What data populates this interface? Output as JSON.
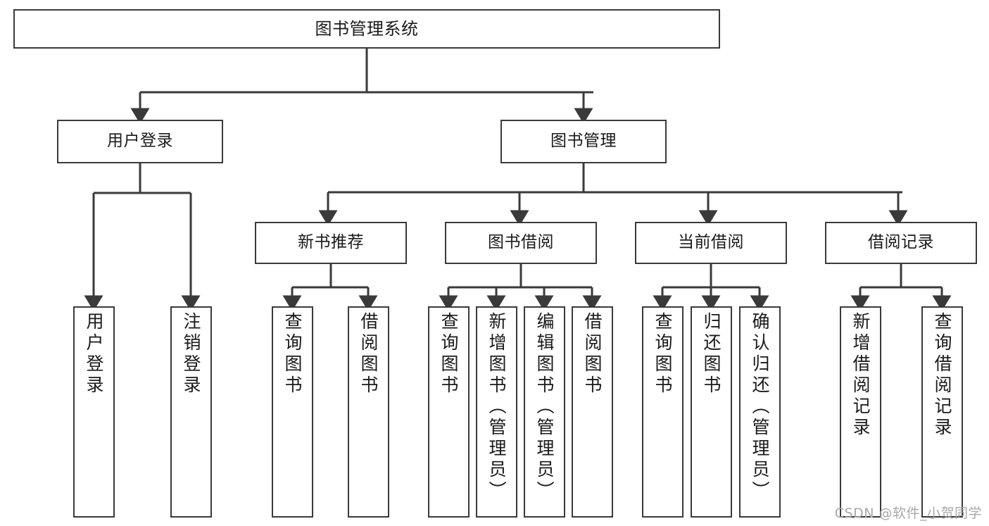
{
  "diagram": {
    "title": "图书管理系统",
    "watermark": "CSDN @软件_小贺同学",
    "colors": {
      "box_border": "#3a3a3a",
      "line": "#3a3a3a",
      "background": "#ffffff",
      "text": "#1a1a1a",
      "watermark": "#a8a8a8"
    },
    "root": {
      "label": "图书管理系统"
    },
    "level2": [
      {
        "label": "用户登录"
      },
      {
        "label": "图书管理"
      }
    ],
    "level3": [
      {
        "label": "新书推荐"
      },
      {
        "label": "图书借阅"
      },
      {
        "label": "当前借阅"
      },
      {
        "label": "借阅记录"
      }
    ],
    "leaves": {
      "user_login": [
        {
          "label": "用户登录"
        },
        {
          "label": "注销登录"
        }
      ],
      "new_book_recommend": [
        {
          "label": "查询图书"
        },
        {
          "label": "借阅图书"
        }
      ],
      "book_borrow": [
        {
          "label": "查询图书"
        },
        {
          "label": "新增图书（管理员）"
        },
        {
          "label": "编辑图书（管理员）"
        },
        {
          "label": "借阅图书"
        }
      ],
      "current_borrow": [
        {
          "label": "查询图书"
        },
        {
          "label": "归还图书"
        },
        {
          "label": "确认归还（管理员）"
        }
      ],
      "borrow_record": [
        {
          "label": "新增借阅记录"
        },
        {
          "label": "查询借阅记录"
        }
      ]
    }
  },
  "chart_data": {
    "type": "table",
    "title": "图书管理系统 功能结构图",
    "hierarchy": [
      {
        "name": "图书管理系统",
        "children": [
          {
            "name": "用户登录",
            "children": [
              {
                "name": "用户登录"
              },
              {
                "name": "注销登录"
              }
            ]
          },
          {
            "name": "图书管理",
            "children": [
              {
                "name": "新书推荐",
                "children": [
                  {
                    "name": "查询图书"
                  },
                  {
                    "name": "借阅图书"
                  }
                ]
              },
              {
                "name": "图书借阅",
                "children": [
                  {
                    "name": "查询图书"
                  },
                  {
                    "name": "新增图书（管理员）"
                  },
                  {
                    "name": "编辑图书（管理员）"
                  },
                  {
                    "name": "借阅图书"
                  }
                ]
              },
              {
                "name": "当前借阅",
                "children": [
                  {
                    "name": "查询图书"
                  },
                  {
                    "name": "归还图书"
                  },
                  {
                    "name": "确认归还（管理员）"
                  }
                ]
              },
              {
                "name": "借阅记录",
                "children": [
                  {
                    "name": "新增借阅记录"
                  },
                  {
                    "name": "查询借阅记录"
                  }
                ]
              }
            ]
          }
        ]
      }
    ]
  }
}
